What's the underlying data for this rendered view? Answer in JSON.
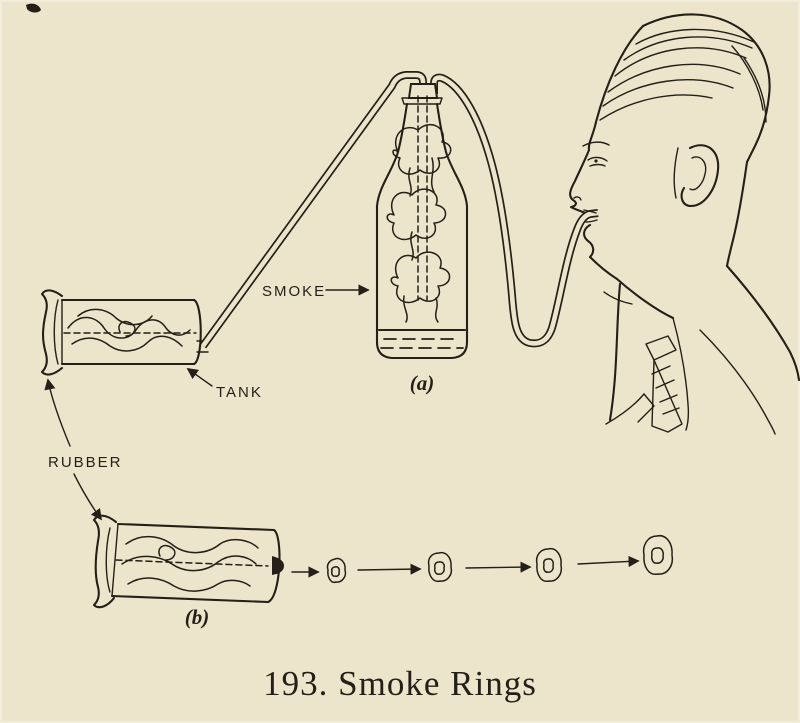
{
  "page": {
    "background_color": "#ece4cb",
    "ink_color": "#241f17",
    "caption": "193. Smoke Rings"
  },
  "figure": {
    "labels": {
      "smoke": "SMOKE",
      "tank": "TANK",
      "rubber": "RUBBER",
      "panel_a": "(a)",
      "panel_b": "(b)"
    }
  }
}
